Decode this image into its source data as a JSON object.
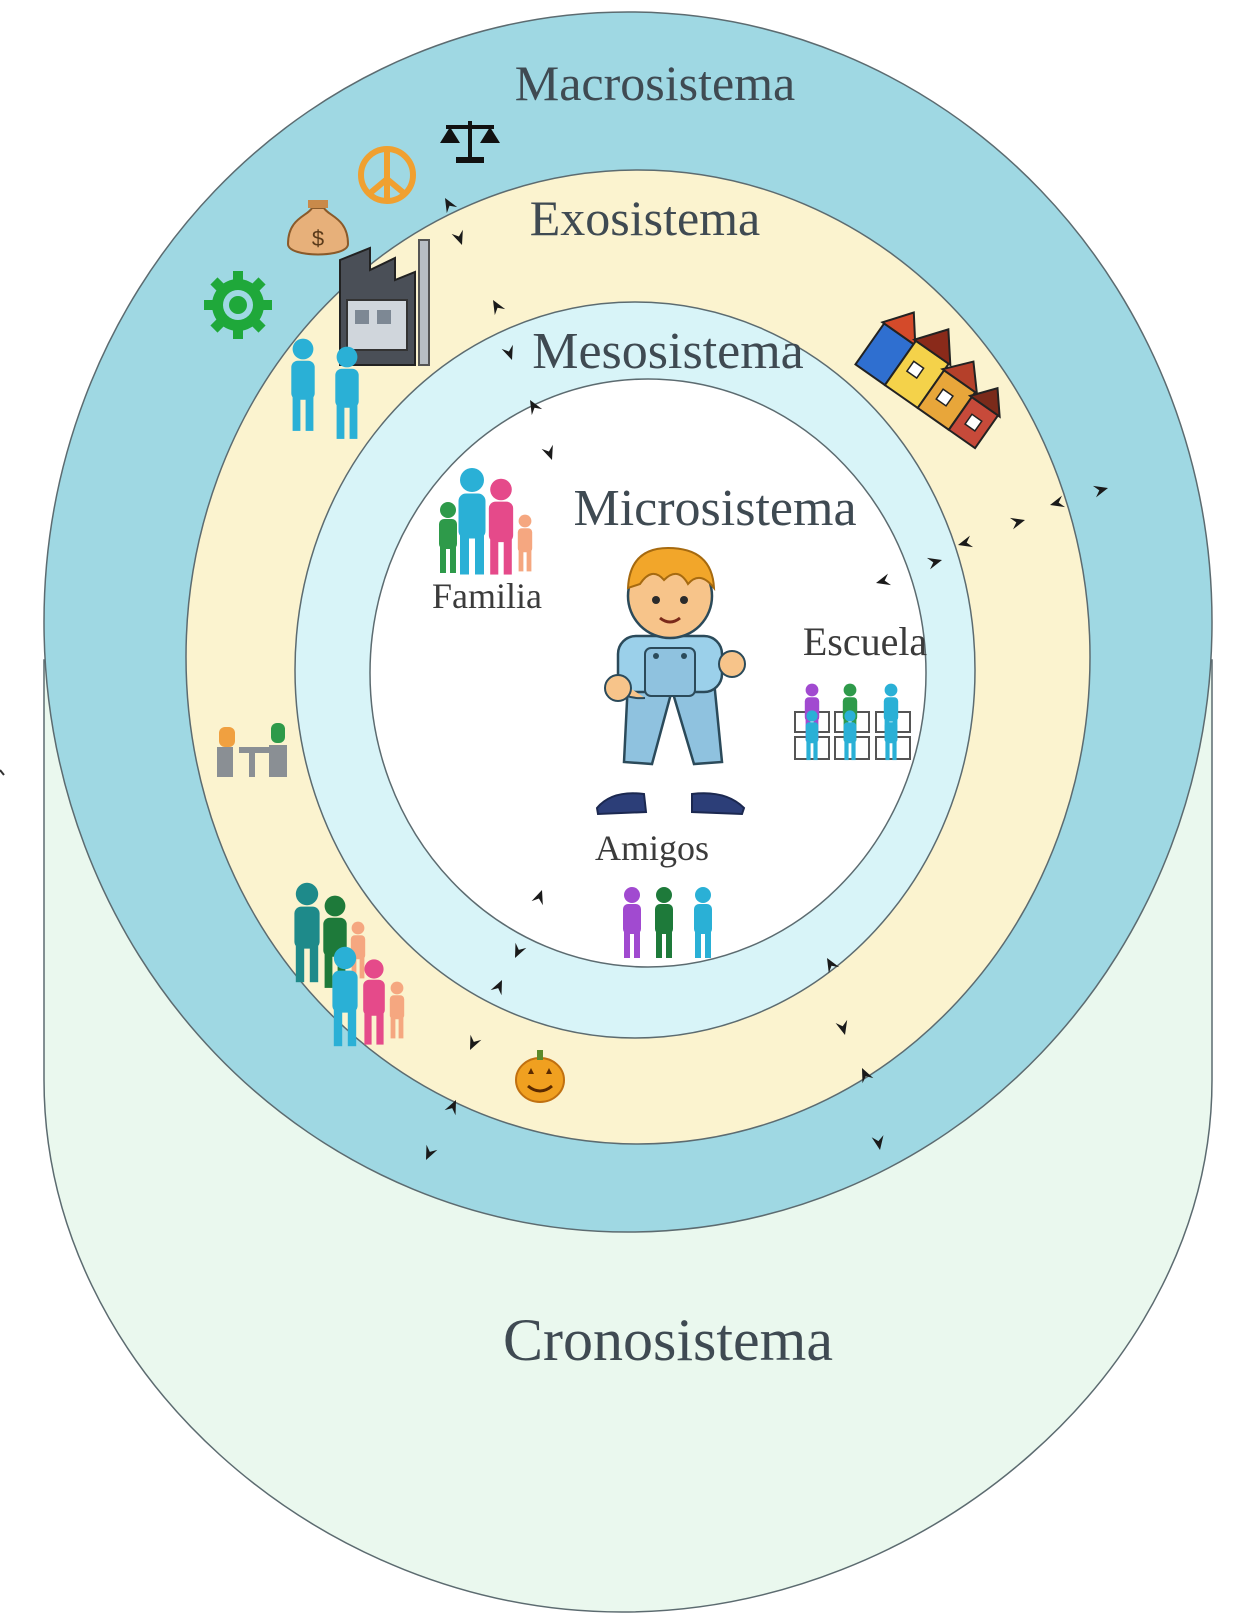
{
  "diagram": {
    "layers": [
      {
        "id": "macro",
        "label": "Macrosistema",
        "color": "#9fd8e3"
      },
      {
        "id": "exo",
        "label": "Exosistema",
        "color": "#fbf3cf"
      },
      {
        "id": "meso",
        "label": "Mesosistema",
        "color": "#d8f4f8"
      },
      {
        "id": "micro",
        "label": "Microsistema",
        "color": "#ffffff"
      },
      {
        "id": "crono",
        "label": "Cronosistema",
        "color": "#eaf8ee"
      }
    ],
    "micro_labels": {
      "familia": "Familia",
      "escuela": "Escuela",
      "amigos": "Amigos"
    },
    "icons": [
      "balance-scale-icon",
      "peace-sign-icon",
      "money-bag-icon",
      "gear-icon",
      "factory-icon",
      "people-pair-icon",
      "houses-icon",
      "meeting-table-icon",
      "extended-family-icon",
      "pumpkin-icon",
      "family-icon",
      "classroom-desks-icon",
      "friends-icon",
      "child-figure",
      "interaction-arrow-icon"
    ],
    "colors": {
      "macro_ring": "#9fd8e3",
      "exo_ring": "#fbf3cf",
      "meso_ring": "#d8f4f8",
      "micro_core": "#ffffff",
      "crono_base": "#eaf8ee",
      "outline": "#5c6b70"
    }
  }
}
